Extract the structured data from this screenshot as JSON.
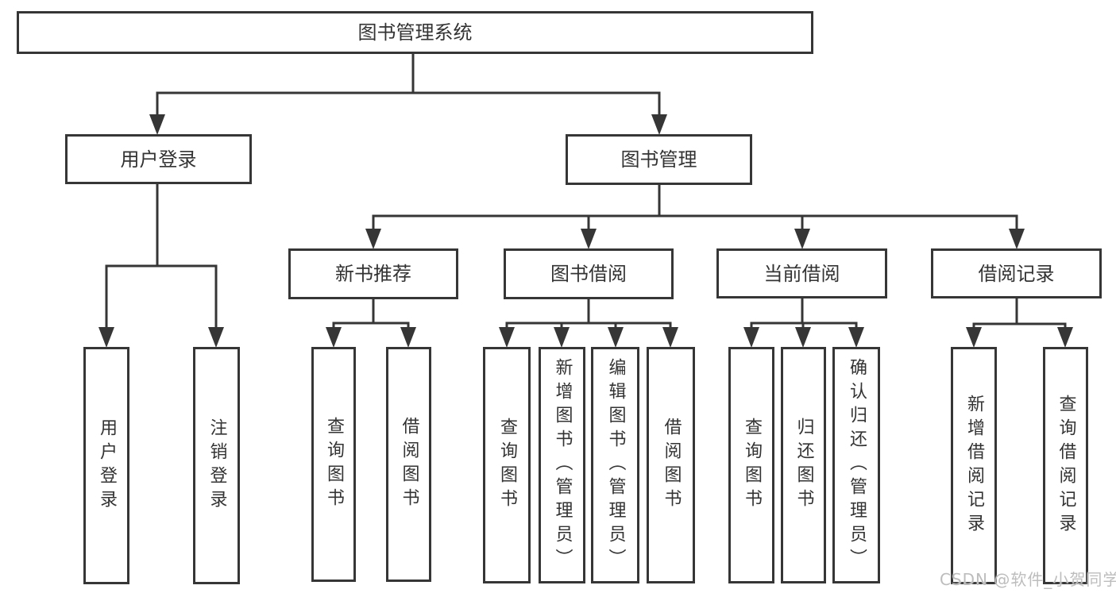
{
  "diagram_title": "图书管理系统",
  "tree": {
    "label": "图书管理系统",
    "children": [
      {
        "label": "用户登录",
        "children": [
          {
            "label": "用户登录"
          },
          {
            "label": "注销登录"
          }
        ]
      },
      {
        "label": "图书管理",
        "children": [
          {
            "label": "新书推荐",
            "children": [
              {
                "label": "查询图书"
              },
              {
                "label": "借阅图书"
              }
            ]
          },
          {
            "label": "图书借阅",
            "children": [
              {
                "label": "查询图书"
              },
              {
                "label": "新增图书（管理员）"
              },
              {
                "label": "编辑图书（管理员）"
              },
              {
                "label": "借阅图书"
              }
            ]
          },
          {
            "label": "当前借阅",
            "children": [
              {
                "label": "查询图书"
              },
              {
                "label": "归还图书"
              },
              {
                "label": "确认归还（管理员）"
              }
            ]
          },
          {
            "label": "借阅记录",
            "children": [
              {
                "label": "新增借阅记录"
              },
              {
                "label": "查询借阅记录"
              }
            ]
          }
        ]
      }
    ]
  },
  "watermark": "CSDN @软件_小贺同学",
  "colors": {
    "line": "#363636",
    "text": "#333333",
    "watermark": "#bdbdbd",
    "background": "#ffffff"
  }
}
